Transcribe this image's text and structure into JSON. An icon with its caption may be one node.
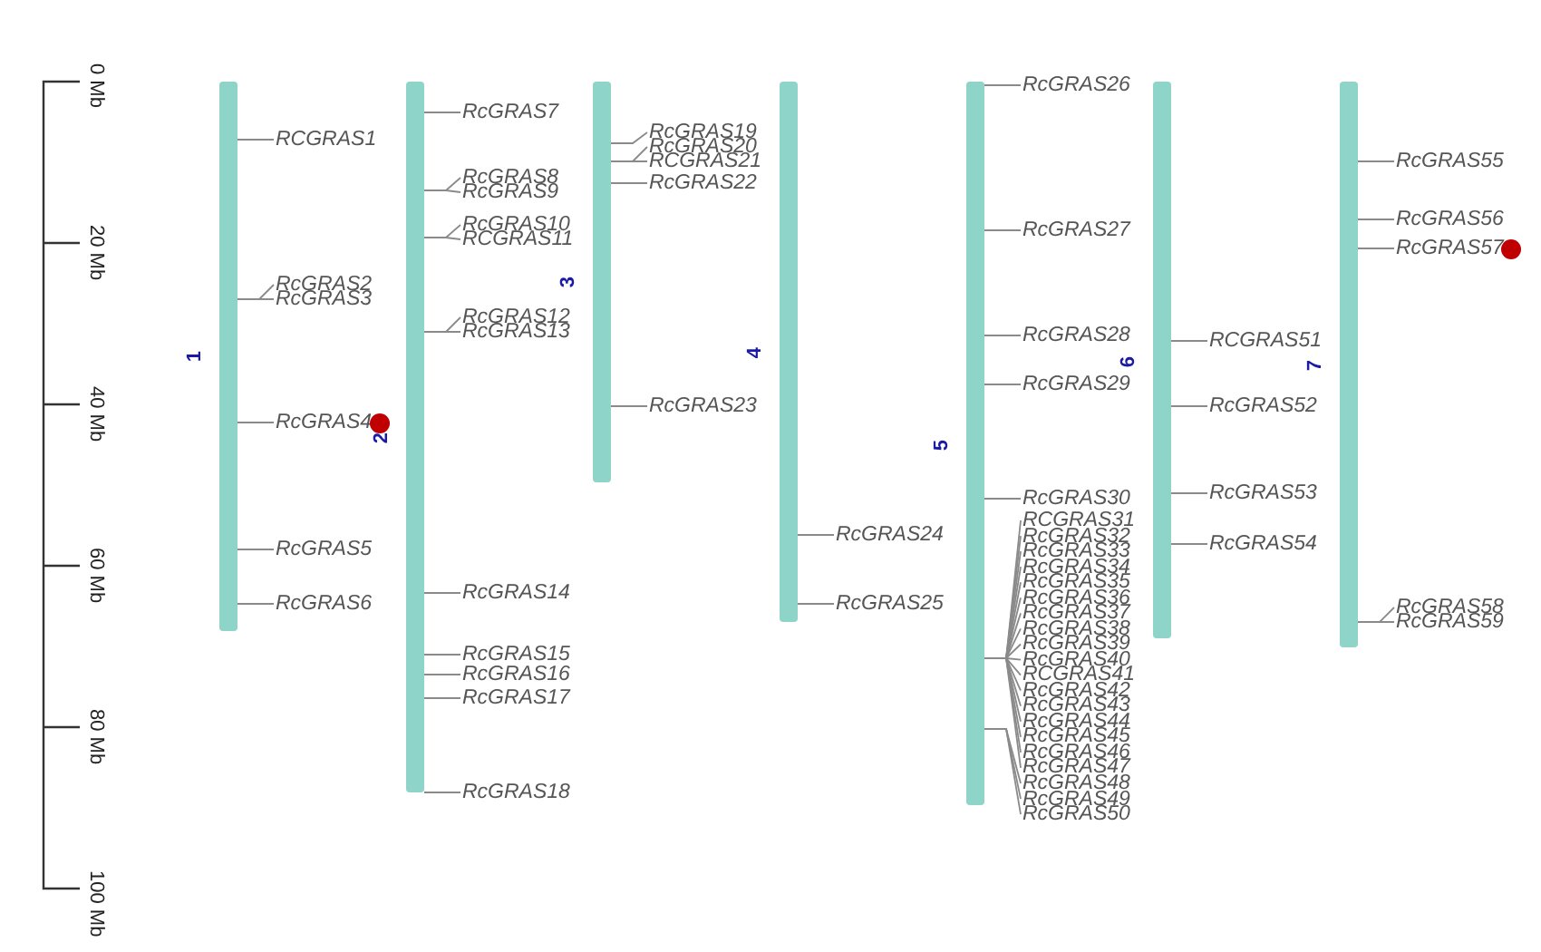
{
  "diagram": {
    "nodes": [
      {
        "text": [
          "1"
        ]
      },
      {
        "text": [
          "RCGRAS1"
        ]
      },
      {
        "text": [
          "RcGRAS2"
        ]
      },
      {
        "text": [
          "RcGRAS3"
        ]
      },
      {
        "text": [
          "RcGRAS4"
        ]
      },
      {
        "text": [
          "RcGRAS5"
        ]
      },
      {
        "text": [
          "RcGRAS6"
        ]
      },
      {
        "text": [
          "2"
        ]
      },
      {
        "text": [
          "RcGRAS7"
        ]
      },
      {
        "text": [
          "RcGRAS8"
        ]
      },
      {
        "text": [
          "RcGRAS9"
        ]
      },
      {
        "text": [
          "RcGRAS10"
        ]
      },
      {
        "text": [
          "RCGRAS11"
        ]
      },
      {
        "text": [
          "RcGRAS12"
        ]
      },
      {
        "text": [
          "RcGRAS13"
        ]
      },
      {
        "text": [
          "RcGRAS14"
        ]
      },
      {
        "text": [
          "RcGRAS15"
        ]
      },
      {
        "text": [
          "RcGRAS16"
        ]
      },
      {
        "text": [
          "RcGRAS17"
        ]
      },
      {
        "text": [
          "RcGRAS18"
        ]
      },
      {
        "text": [
          "3"
        ]
      },
      {
        "text": [
          "RcGRAS19"
        ]
      },
      {
        "text": [
          "RcGRAS20"
        ]
      },
      {
        "text": [
          "RCGRAS21"
        ]
      },
      {
        "text": [
          "RcGRAS22"
        ]
      },
      {
        "text": [
          "RcGRAS23"
        ]
      },
      {
        "text": [
          "4"
        ]
      },
      {
        "text": [
          "RcGRAS24"
        ]
      },
      {
        "text": [
          "RcGRAS25"
        ]
      },
      {
        "text": [
          "5"
        ]
      },
      {
        "text": [
          "RcGRAS26"
        ]
      },
      {
        "text": [
          "RcGRAS27"
        ]
      },
      {
        "text": [
          "RcGRAS28"
        ]
      },
      {
        "text": [
          "RcGRAS29"
        ]
      },
      {
        "text": [
          "RcGRAS30"
        ]
      },
      {
        "text": [
          "RCGRAS31"
        ]
      },
      {
        "text": [
          "RcGRAS32"
        ]
      },
      {
        "text": [
          "RcGRAS33"
        ]
      },
      {
        "text": [
          "RcGRAS34"
        ]
      },
      {
        "text": [
          "RcGRAS35"
        ]
      },
      {
        "text": [
          "RcGRAS36"
        ]
      },
      {
        "text": [
          "RcGRAS37"
        ]
      },
      {
        "text": [
          "RcGRAS38"
        ]
      },
      {
        "text": [
          "RcGRAS39"
        ]
      },
      {
        "text": [
          "RcGRAS40"
        ]
      },
      {
        "text": [
          "RCGRAS41"
        ]
      },
      {
        "text": [
          "RcGRAS42"
        ]
      },
      {
        "text": [
          "RcGRAS43"
        ]
      },
      {
        "text": [
          "RcGRAS44"
        ]
      },
      {
        "text": [
          "RcGRAS45"
        ]
      },
      {
        "text": [
          "RcGRAS46"
        ]
      },
      {
        "text": [
          "RcGRAS47"
        ]
      },
      {
        "text": [
          "RcGRAS48"
        ]
      },
      {
        "text": [
          "RcGRAS49"
        ]
      },
      {
        "text": [
          "RcGRAS50"
        ]
      },
      {
        "text": [
          "6"
        ]
      },
      {
        "text": [
          "RCGRAS51"
        ]
      },
      {
        "text": [
          "RcGRAS52"
        ]
      },
      {
        "text": [
          "RcGRAS53"
        ]
      },
      {
        "text": [
          "RcGRAS54"
        ]
      },
      {
        "text": [
          "7"
        ]
      },
      {
        "text": [
          "RcGRAS55"
        ]
      },
      {
        "text": [
          "RcGRAS56"
        ]
      },
      {
        "text": [
          "RcGRAS57"
        ]
      },
      {
        "text": [
          "RcGRAS58"
        ]
      },
      {
        "text": [
          "RcGRAS59"
        ]
      },
      {
        "text": [],
        "shape": "circle"
      },
      {
        "text": [],
        "shape": "circle"
      }
    ],
    "edges": [
      {
        "from": 1,
        "to": 0,
        "arrow": "none"
      },
      {
        "from": 2,
        "to": 0,
        "arrow": "none"
      },
      {
        "from": 3,
        "to": 0,
        "arrow": "none"
      },
      {
        "from": 4,
        "to": 0,
        "arrow": "none"
      },
      {
        "from": 5,
        "to": 0,
        "arrow": "none"
      },
      {
        "from": 6,
        "to": 0,
        "arrow": "none"
      },
      {
        "from": 8,
        "to": 7,
        "arrow": "none"
      },
      {
        "from": 9,
        "to": 7,
        "arrow": "none"
      },
      {
        "from": 10,
        "to": 7,
        "arrow": "none"
      },
      {
        "from": 11,
        "to": 7,
        "arrow": "none"
      },
      {
        "from": 12,
        "to": 7,
        "arrow": "none"
      },
      {
        "from": 13,
        "to": 7,
        "arrow": "none"
      },
      {
        "from": 14,
        "to": 7,
        "arrow": "none"
      },
      {
        "from": 15,
        "to": 7,
        "arrow": "none"
      },
      {
        "from": 16,
        "to": 7,
        "arrow": "none"
      },
      {
        "from": 17,
        "to": 7,
        "arrow": "none"
      },
      {
        "from": 18,
        "to": 7,
        "arrow": "none"
      },
      {
        "from": 19,
        "to": 7,
        "arrow": "none"
      },
      {
        "from": 21,
        "to": 20,
        "arrow": "none"
      },
      {
        "from": 22,
        "to": 20,
        "arrow": "none"
      },
      {
        "from": 23,
        "to": 20,
        "arrow": "none"
      },
      {
        "from": 24,
        "to": 20,
        "arrow": "none"
      },
      {
        "from": 25,
        "to": 20,
        "arrow": "none"
      },
      {
        "from": 27,
        "to": 26,
        "arrow": "none"
      },
      {
        "from": 28,
        "to": 26,
        "arrow": "none"
      },
      {
        "from": 30,
        "to": 29,
        "arrow": "none"
      },
      {
        "from": 31,
        "to": 29,
        "arrow": "none"
      },
      {
        "from": 32,
        "to": 29,
        "arrow": "none"
      },
      {
        "from": 33,
        "to": 29,
        "arrow": "none"
      },
      {
        "from": 34,
        "to": 29,
        "arrow": "none"
      },
      {
        "from": 35,
        "to": 29,
        "arrow": "none"
      },
      {
        "from": 36,
        "to": 29,
        "arrow": "none"
      },
      {
        "from": 37,
        "to": 29,
        "arrow": "none"
      },
      {
        "from": 38,
        "to": 29,
        "arrow": "none"
      },
      {
        "from": 39,
        "to": 29,
        "arrow": "none"
      },
      {
        "from": 40,
        "to": 29,
        "arrow": "none"
      },
      {
        "from": 41,
        "to": 29,
        "arrow": "none"
      },
      {
        "from": 42,
        "to": 29,
        "arrow": "none"
      },
      {
        "from": 43,
        "to": 29,
        "arrow": "none"
      },
      {
        "from": 44,
        "to": 29,
        "arrow": "none"
      },
      {
        "from": 45,
        "to": 29,
        "arrow": "none"
      },
      {
        "from": 46,
        "to": 29,
        "arrow": "none"
      },
      {
        "from": 47,
        "to": 29,
        "arrow": "none"
      },
      {
        "from": 48,
        "to": 29,
        "arrow": "none"
      },
      {
        "from": 49,
        "to": 29,
        "arrow": "none"
      },
      {
        "from": 50,
        "to": 29,
        "arrow": "none"
      },
      {
        "from": 51,
        "to": 29,
        "arrow": "none"
      },
      {
        "from": 52,
        "to": 29,
        "arrow": "none"
      },
      {
        "from": 53,
        "to": 29,
        "arrow": "none"
      },
      {
        "from": 54,
        "to": 29,
        "arrow": "none"
      },
      {
        "from": 56,
        "to": 55,
        "arrow": "none"
      },
      {
        "from": 57,
        "to": 55,
        "arrow": "none"
      },
      {
        "from": 58,
        "to": 55,
        "arrow": "none"
      },
      {
        "from": 59,
        "to": 55,
        "arrow": "none"
      },
      {
        "from": 61,
        "to": 60,
        "arrow": "none"
      },
      {
        "from": 62,
        "to": 60,
        "arrow": "none"
      },
      {
        "from": 63,
        "to": 60,
        "arrow": "none"
      },
      {
        "from": 64,
        "to": 60,
        "arrow": "none"
      },
      {
        "from": 65,
        "to": 60,
        "arrow": "none"
      }
    ],
    "labels": [
      "0 Mb",
      "20 Mb",
      "40 Mb",
      "60 Mb",
      "80 Mb",
      "100 Mb"
    ]
  }
}
